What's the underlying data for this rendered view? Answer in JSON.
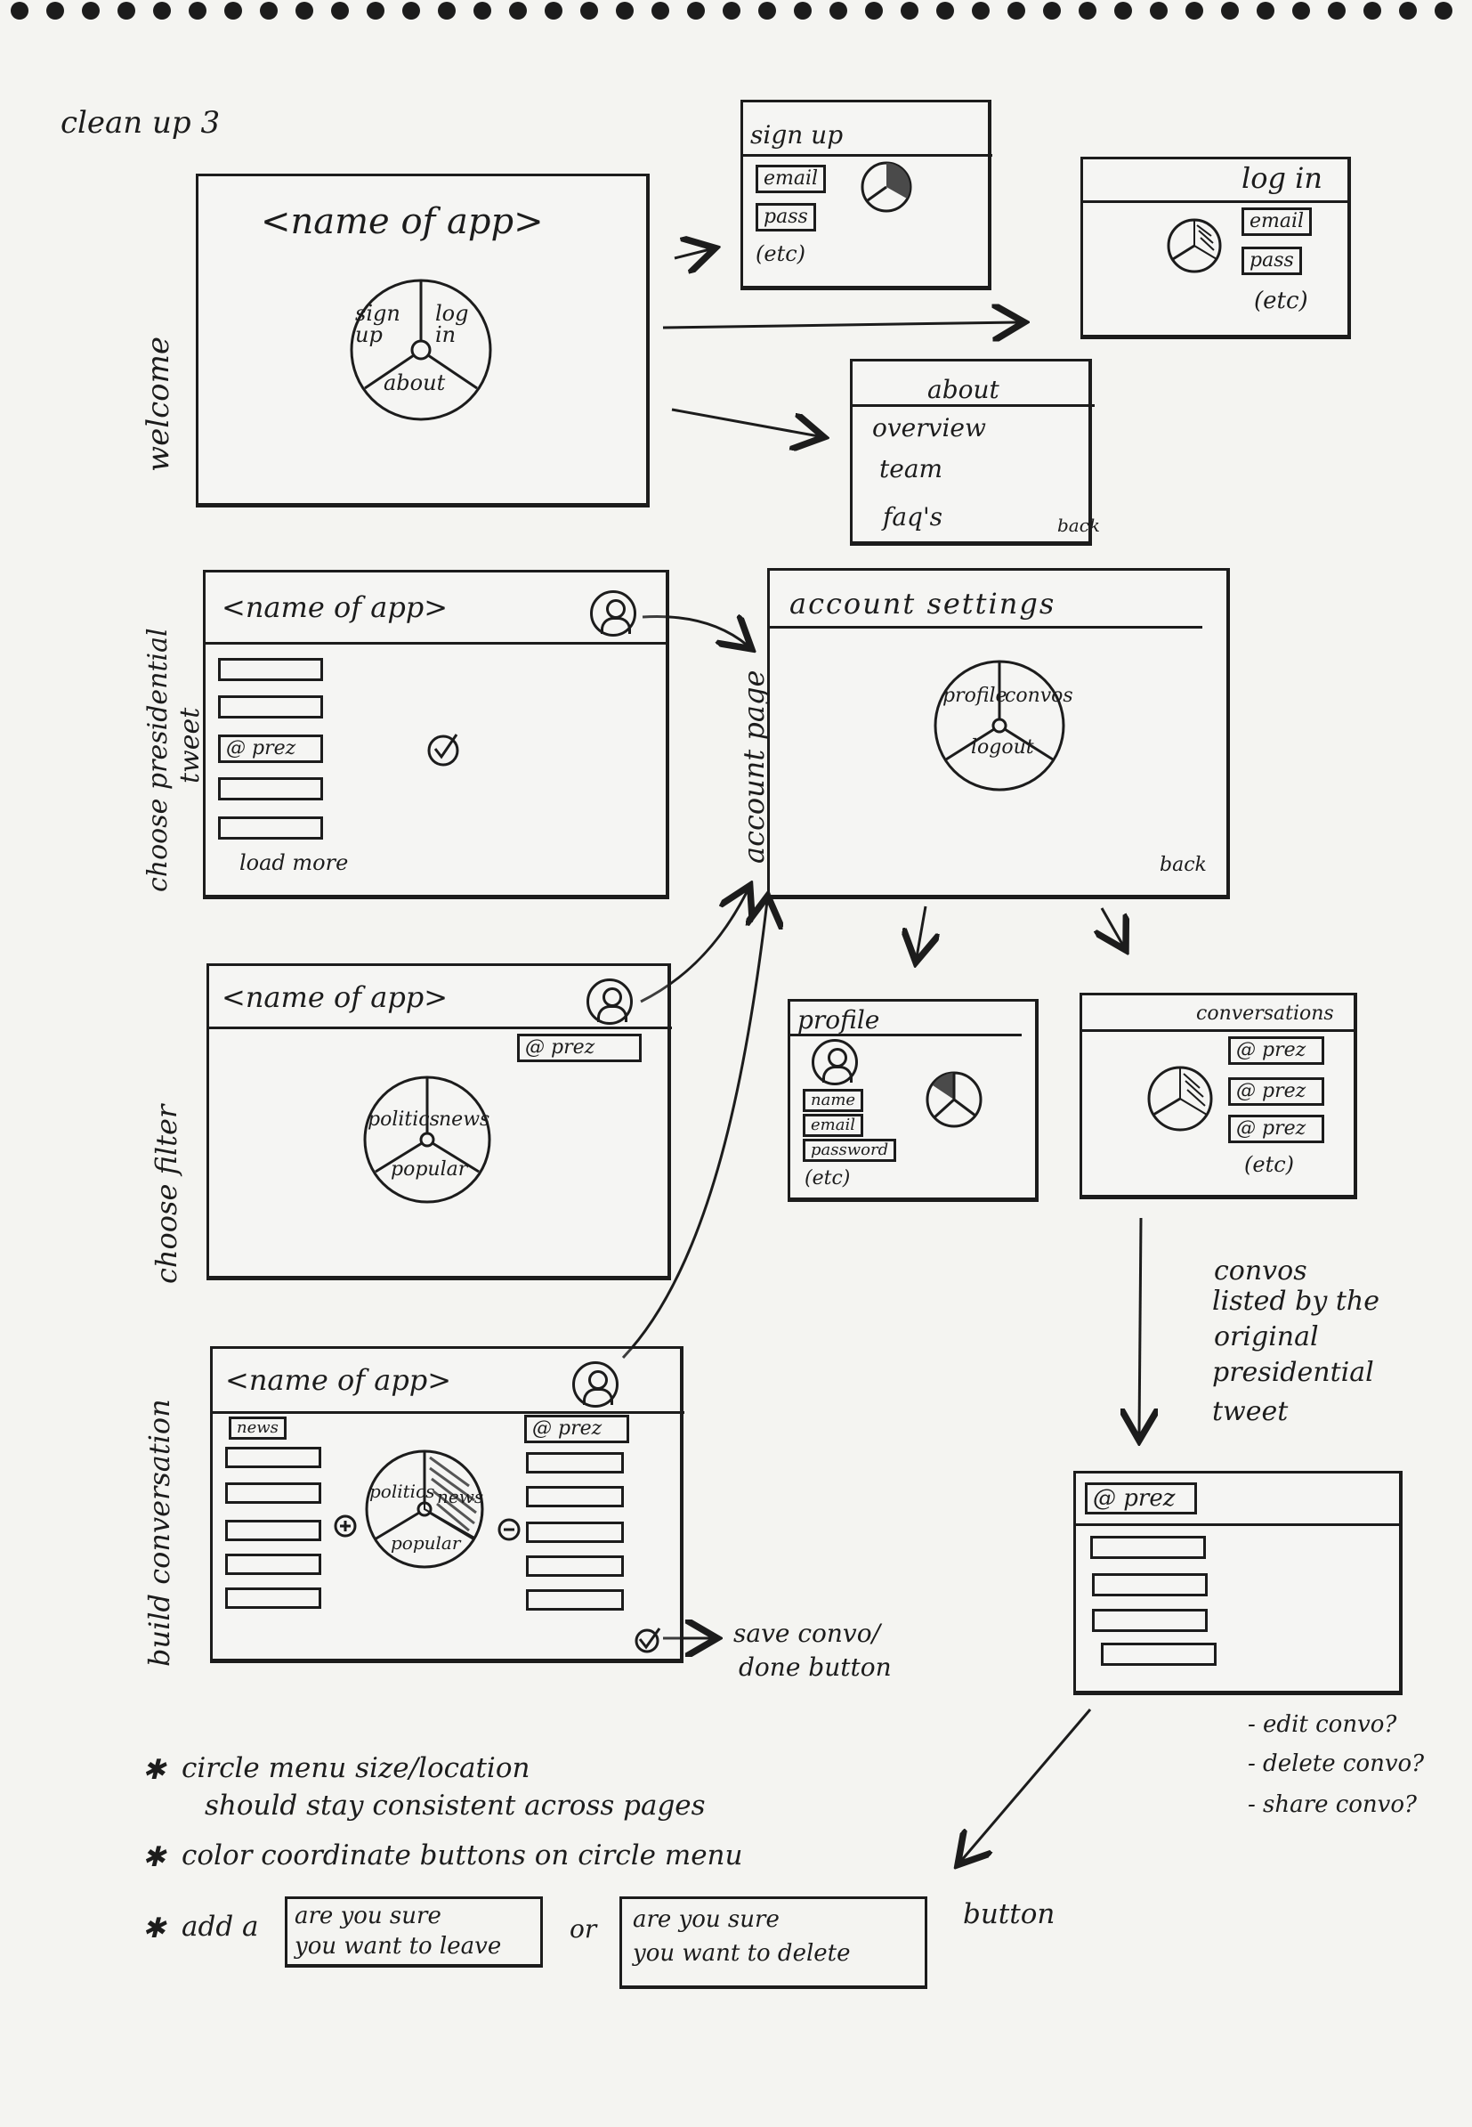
{
  "page_title": "clean up 3",
  "screens": {
    "welcome": {
      "side_label": "welcome",
      "title": "<name of app>",
      "wheel": [
        "sign up",
        "log in",
        "about"
      ]
    },
    "sign_up": {
      "title": "sign up",
      "fields": [
        "email",
        "pass"
      ],
      "etc": "(etc)"
    },
    "log_in": {
      "title": "log in",
      "fields": [
        "email",
        "pass"
      ],
      "etc": "(etc)"
    },
    "about": {
      "title": "about",
      "items": [
        "overview",
        "team",
        "faq's"
      ],
      "back": "back"
    },
    "choose_tweet": {
      "side_label_1": "choose presidential",
      "side_label_2": "tweet",
      "title": "<name of app>",
      "selected": "@ prez",
      "load_more": "load more"
    },
    "account_page": {
      "side_label": "account page",
      "title": "account settings",
      "wheel": [
        "profile",
        "convos",
        "logout"
      ],
      "back": "back"
    },
    "choose_filter": {
      "side_label": "choose filter",
      "title": "<name of app>",
      "tag": "@ prez",
      "wheel": [
        "politics",
        "news",
        "popular"
      ]
    },
    "profile": {
      "title": "profile",
      "fields": [
        "name",
        "email",
        "password"
      ],
      "etc": "(etc)"
    },
    "conversations": {
      "title": "conversations",
      "items": [
        "@ prez",
        "@ prez",
        "@ prez"
      ],
      "etc": "(etc)"
    },
    "build_conversation": {
      "side_label": "build conversation",
      "title": "<name of app>",
      "left_tag": "news",
      "right_tag": "@ prez",
      "wheel": [
        "politics",
        "news",
        "popular"
      ],
      "save_note_1": "save convo/",
      "save_note_2": "done button"
    },
    "convo_detail": {
      "title": "@ prez",
      "options": [
        "- edit convo?",
        "- delete convo?",
        "- share convo?"
      ]
    }
  },
  "annotations": {
    "convos_listed": [
      "convos",
      "listed by the",
      "original",
      "presidential",
      "tweet"
    ]
  },
  "notes": {
    "note1_line1": "circle menu size/location",
    "note1_line2": "should stay consistent across pages",
    "note2": "color coordinate buttons on circle menu",
    "note3_prefix": "add a",
    "box1_line1": "are you sure",
    "box1_line2": "you want to leave",
    "or": "or",
    "box2_line1": "are you sure",
    "box2_line2": "you want to delete",
    "note3_suffix": "button"
  },
  "icons": [
    "check-icon",
    "avatar-icon",
    "plus-icon",
    "minus-icon",
    "star-icon",
    "arrow-icon"
  ]
}
